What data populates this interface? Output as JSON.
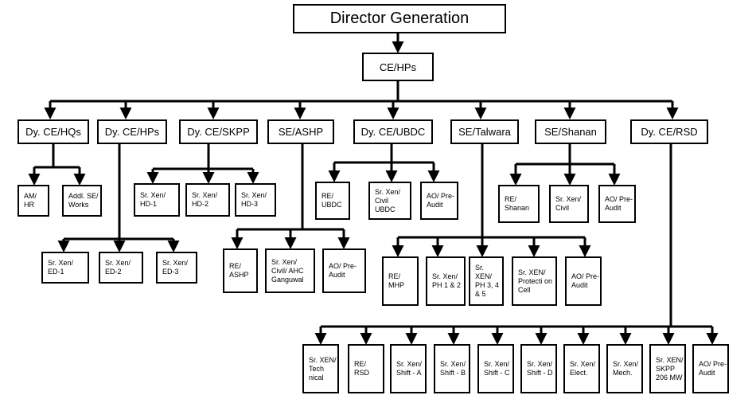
{
  "director": "Director Generation",
  "ce_hps": "CE/HPs",
  "divisions": [
    {
      "label": "Dy. CE/HQs",
      "units": [
        "AM/ HR",
        "Addl. SE/ Works"
      ]
    },
    {
      "label": "Dy. CE/HPs",
      "units": [
        "Sr. Xen/ ED-1",
        "Sr. Xen/ ED-2",
        "Sr. Xen/ ED-3"
      ]
    },
    {
      "label": "Dy. CE/SKPP",
      "units": [
        "Sr. Xen/ HD-1",
        "Sr. Xen/ HD-2",
        "Sr. Xen/ HD-3"
      ]
    },
    {
      "label": "SE/ASHP",
      "units": [
        "RE/ ASHP",
        "Sr. Xen/ Civil/ AHC Ganguwal",
        "AO/ Pre- Audit"
      ]
    },
    {
      "label": "Dy. CE/UBDC",
      "units": [
        "RE/ UBDC",
        "Sr. Xen/ Civil UBDC",
        "AO/ Pre- Audit"
      ]
    },
    {
      "label": "SE/Talwara",
      "units": [
        "RE/ MHP",
        "Sr. Xen/ PH 1 & 2",
        "Sr. XEN/ PH 3, 4 & 5",
        "Sr. XEN/ Protecti on Cell",
        "AO/ Pre- Audit"
      ]
    },
    {
      "label": "SE/Shanan",
      "units": [
        "RE/ Shanan",
        "Sr. Xen/ Civil",
        "AO/ Pre- Audit"
      ]
    },
    {
      "label": "Dy. CE/RSD",
      "units": [
        "Sr. XEN/ Tech nical",
        "RE/ RSD",
        "Sr. Xen/ Shift - A",
        "Sr. Xen/ Shift - B",
        "Sr. Xen/ Shift - C",
        "Sr. Xen/ Shift - D",
        "Sr. Xen/ Elect.",
        "Sr. Xen/ Mech.",
        "Sr. XEN/ SKPP 206 MW",
        "AO/ Pre- Audit"
      ]
    }
  ]
}
